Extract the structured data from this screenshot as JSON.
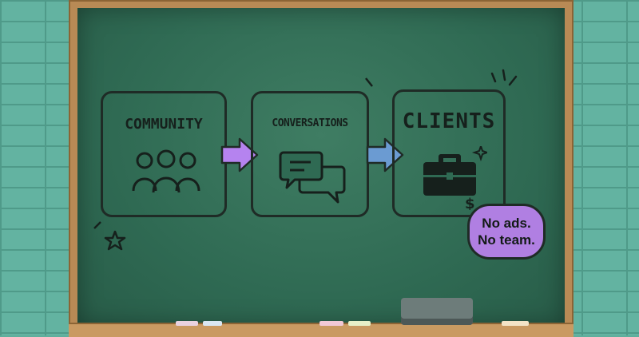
{
  "diagram": {
    "steps": [
      {
        "label": "COMMUNITY",
        "icon": "people-group-icon"
      },
      {
        "label": "CONVERSATIONS",
        "icon": "chat-bubbles-icon"
      },
      {
        "label": "CLIENTS",
        "icon": "briefcase-icon"
      }
    ],
    "badge": {
      "line1": "No ads.",
      "line2": "No team."
    }
  },
  "colors": {
    "arrow_1": "#b583ef",
    "arrow_2": "#6b9bd2",
    "badge": "#b07fe2",
    "chalkboard": "#2f6a53",
    "outline": "#1f2b26"
  }
}
